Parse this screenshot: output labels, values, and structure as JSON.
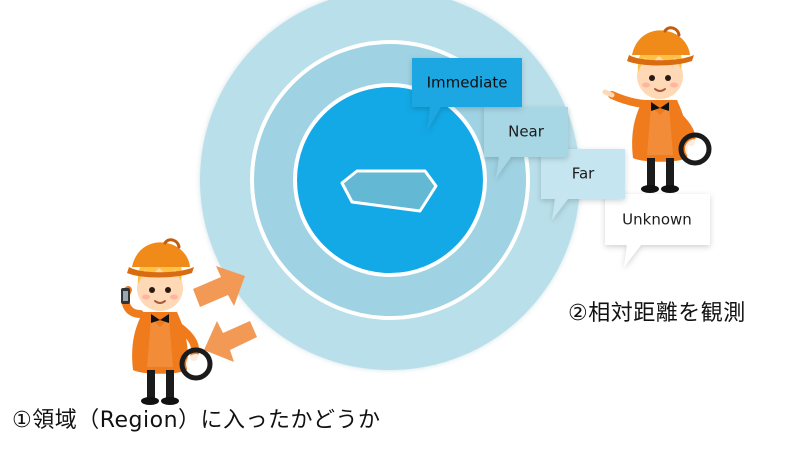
{
  "zones": {
    "immediate": "Immediate",
    "near": "Near",
    "far": "Far",
    "unknown": "Unknown"
  },
  "captions": {
    "region": "①領域（Region）に入ったかどうか",
    "distance": "②相対距離を観測"
  },
  "colors": {
    "far_ring": "#b9dfea",
    "near_ring": "#9fd2e2",
    "immediate_core": "#12a9e6",
    "beacon": "#63b8d3",
    "far_bubble": "#c5e6f0",
    "near_bubble": "#a7d6e5",
    "immediate_bubble": "#1ba7e3",
    "arrow": "#f29a55",
    "character_coat": "#ef7b1c",
    "character_hat": "#f08a18"
  },
  "icons": {
    "beacon": "beacon-icon",
    "character_left": "detective-character-left",
    "character_right": "detective-character-right",
    "arrow_in": "arrow-in-icon",
    "arrow_out": "arrow-out-icon"
  }
}
